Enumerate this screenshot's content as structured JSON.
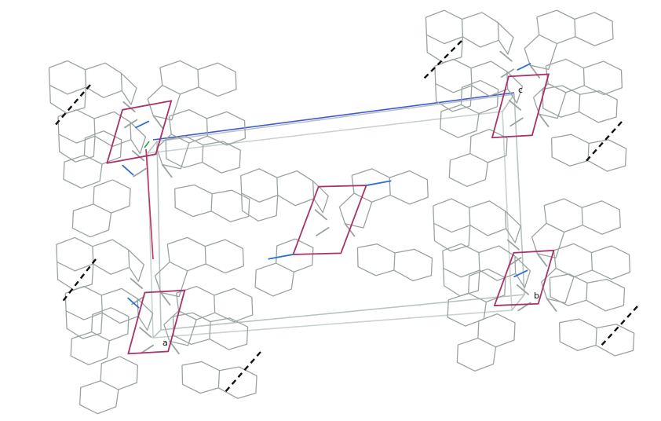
{
  "figure": {
    "axis_labels": {
      "a": "a",
      "b": "b",
      "c": "c"
    }
  },
  "colors": {
    "background": "#ffffff",
    "carbon_ring": "#9aa3a0",
    "nitrogen": "#2f6fd1",
    "metal_link": "#a8326a",
    "cell_edge": "#b9c4c0",
    "c_axis": "#3f58d6",
    "a_axis": "#c0335a",
    "b_axis": "#22a04a",
    "short_contact": "#111111"
  },
  "icons": {
    "molecule": "molecular-stack-icon",
    "contact": "dashed-contact-line"
  }
}
